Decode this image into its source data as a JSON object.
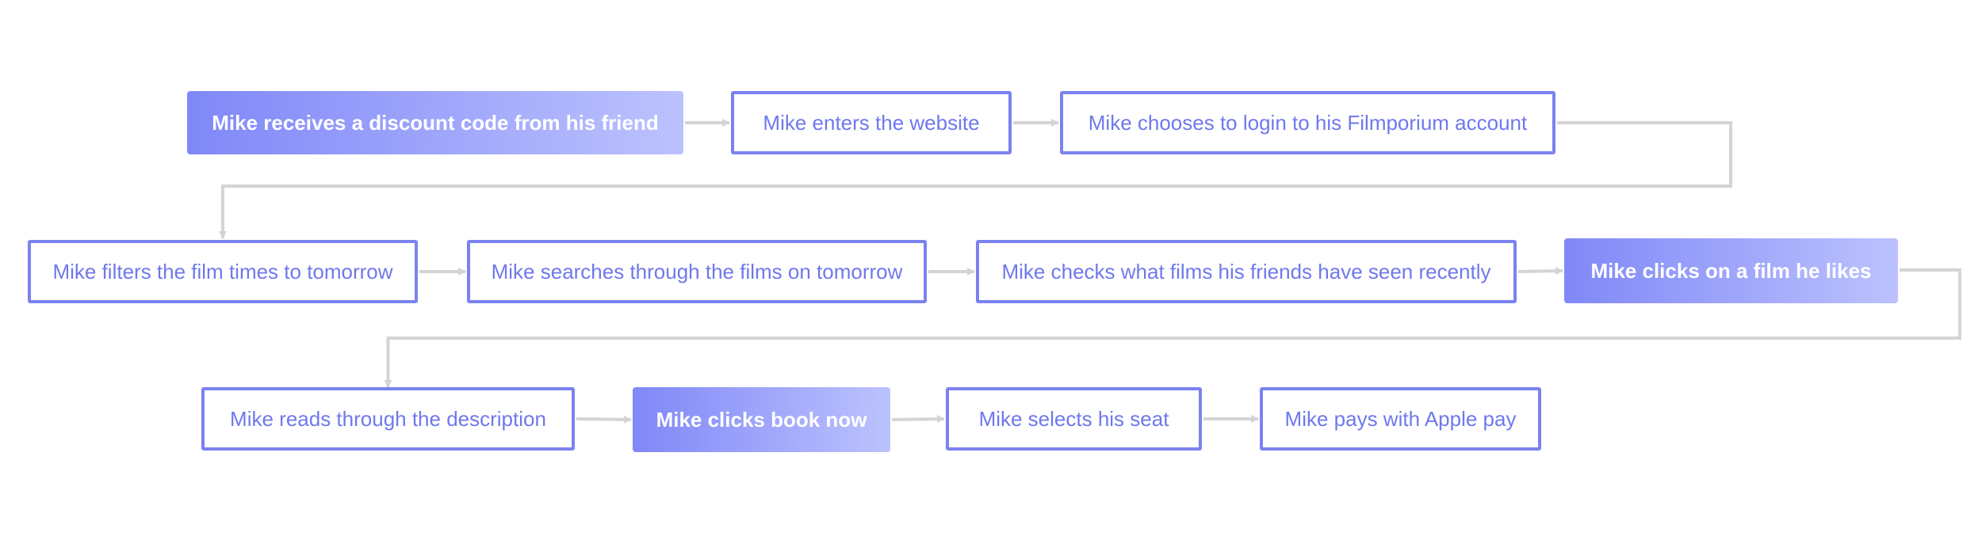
{
  "colors": {
    "box_border": "#7b82f0",
    "box_text": "#6f78ec",
    "highlight_start": "#8088f8",
    "highlight_end": "#bcc2fd",
    "connector": "#d4d4d4"
  },
  "steps": [
    {
      "id": "s1",
      "label": "Mike receives a discount code from his friend",
      "highlight": true
    },
    {
      "id": "s2",
      "label": "Mike enters the website",
      "highlight": false
    },
    {
      "id": "s3",
      "label": "Mike chooses to login to his Filmporium account",
      "highlight": false
    },
    {
      "id": "s4",
      "label": "Mike filters the film times to tomorrow",
      "highlight": false
    },
    {
      "id": "s5",
      "label": "Mike searches through the films on tomorrow",
      "highlight": false
    },
    {
      "id": "s6",
      "label": "Mike checks what films his friends have seen recently",
      "highlight": false
    },
    {
      "id": "s7",
      "label": "Mike clicks on a film he likes",
      "highlight": true
    },
    {
      "id": "s8",
      "label": "Mike reads through the description",
      "highlight": false
    },
    {
      "id": "s9",
      "label": "Mike clicks book now",
      "highlight": true
    },
    {
      "id": "s10",
      "label": "Mike selects his seat",
      "highlight": false
    },
    {
      "id": "s11",
      "label": "Mike pays with Apple pay",
      "highlight": false
    }
  ],
  "flow": [
    "s1",
    "s2",
    "s3",
    "s4",
    "s5",
    "s6",
    "s7",
    "s8",
    "s9",
    "s10",
    "s11"
  ]
}
